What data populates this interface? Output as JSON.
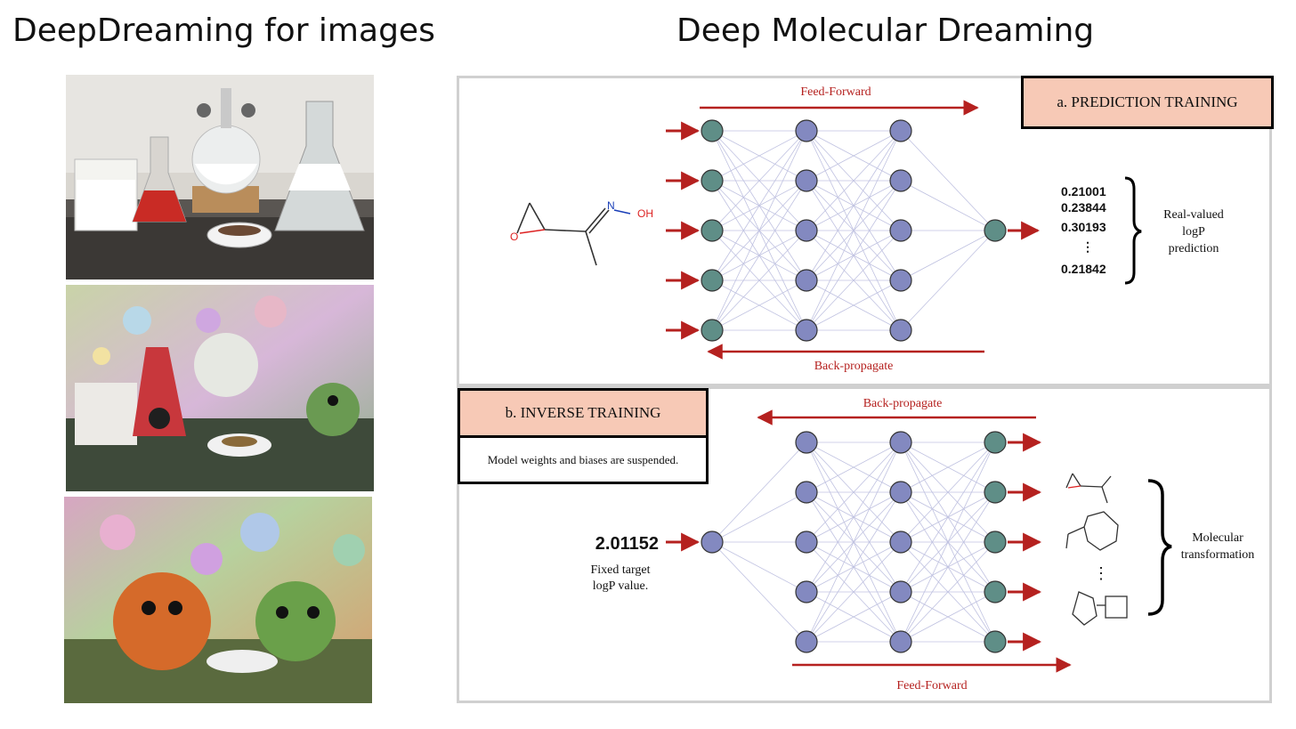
{
  "titles": {
    "left": "DeepDreaming for images",
    "right": "Deep Molecular Dreaming"
  },
  "panel_a": {
    "label": "a. PREDICTION TRAINING",
    "feed_forward": "Feed-Forward",
    "back_propagate": "Back-propagate",
    "outputs": [
      "0.21001",
      "0.23844",
      "0.30193",
      "⋮",
      "0.21842"
    ],
    "output_caption": [
      "Real-valued",
      "logP",
      "prediction"
    ],
    "molecule_atoms": [
      "N",
      "OH",
      "O"
    ]
  },
  "panel_b": {
    "label": "b. INVERSE TRAINING",
    "note": "Model weights and biases are suspended.",
    "back_propagate": "Back-propagate",
    "feed_forward": "Feed-Forward",
    "target_value": "2.01152",
    "target_caption": [
      "Fixed target",
      "logP value."
    ],
    "output_caption": [
      "Molecular",
      "transformation"
    ],
    "ellipsis": "⋮"
  },
  "colors": {
    "arrow": "#b5211f",
    "node_teal": "#5f8e87",
    "node_purple": "#8389c0",
    "label_fill": "#f7c9b6",
    "edge": "#8c90c8"
  }
}
